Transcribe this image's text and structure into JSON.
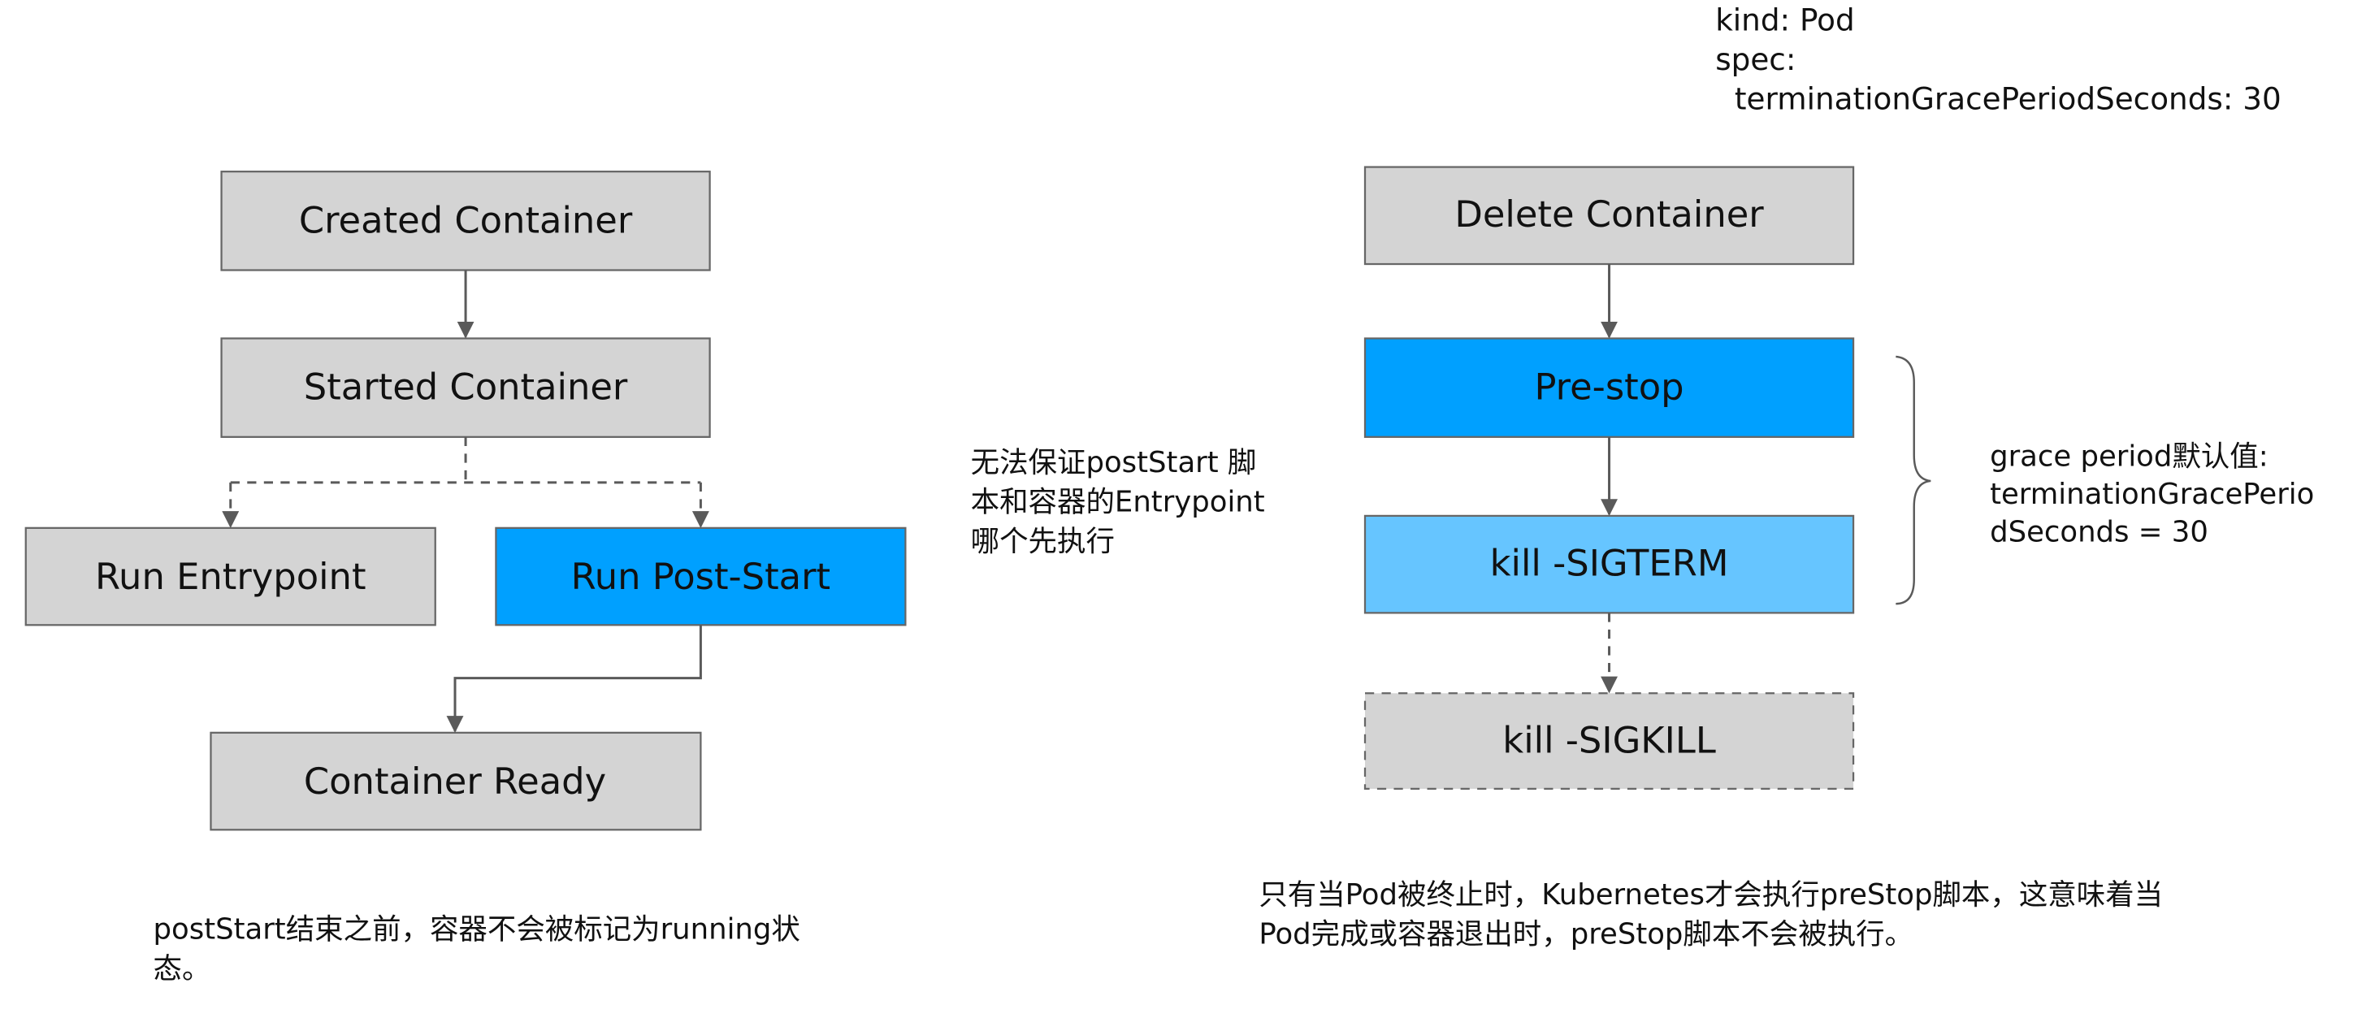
{
  "colors": {
    "gray_box": "#d4d4d4",
    "blue": "#00a0ff",
    "light_blue": "#66c5ff",
    "line": "#5a5a5a"
  },
  "yaml": {
    "line1": "kind: Pod",
    "line2": "spec:",
    "line3": "  terminationGracePeriodSeconds: 30"
  },
  "startup": {
    "created": "Created Container",
    "started": "Started Container",
    "entrypoint": "Run Entrypoint",
    "poststart": "Run Post-Start",
    "ready": "Container Ready",
    "note_line1": "postStart结束之前，容器不会被标记为running状",
    "note_line2": "态。"
  },
  "middle_note": {
    "line1": "无法保证postStart 脚",
    "line2": "本和容器的Entrypoint",
    "line3": "哪个先执行"
  },
  "shutdown": {
    "delete": "Delete Container",
    "prestop": "Pre-stop",
    "sigterm": "kill -SIGTERM",
    "sigkill": "kill -SIGKILL",
    "grace_line1": "grace period默认值:",
    "grace_line2": "terminationGracePerio",
    "grace_line3": "dSeconds = 30",
    "note_line1": "只有当Pod被终止时，Kubernetes才会执行preStop脚本，这意味着当",
    "note_line2": "Pod完成或容器退出时，preStop脚本不会被执行。"
  }
}
